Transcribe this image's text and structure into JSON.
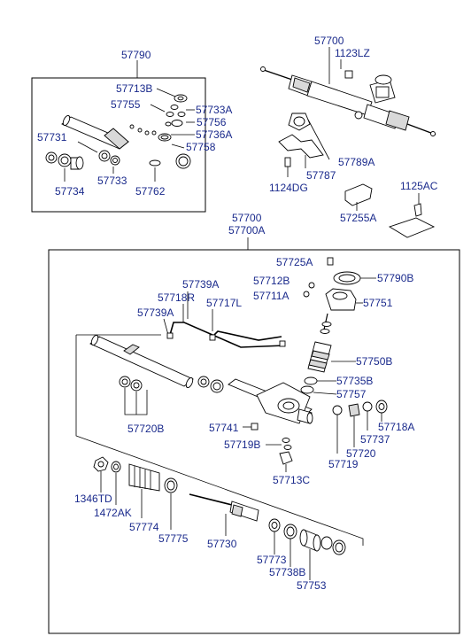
{
  "labels": {
    "l57790": "57790",
    "l57713B": "57713B",
    "l57755": "57755",
    "l57733A": "57733A",
    "l57756": "57756",
    "l57731": "57731",
    "l57736A": "57736A",
    "l57758": "57758",
    "l57734": "57734",
    "l57733": "57733",
    "l57762": "57762",
    "l57700_top": "57700",
    "l1123LZ": "1123LZ",
    "l57789A": "57789A",
    "l57787": "57787",
    "l1124DG": "1124DG",
    "l1125AC": "1125AC",
    "l57255A": "57255A",
    "l57700_mid": "57700",
    "l57700A": "57700A",
    "l57725A": "57725A",
    "l57739A_top": "57739A",
    "l57712B": "57712B",
    "l57790B": "57790B",
    "l57718R": "57718R",
    "l57717L": "57717L",
    "l57711A": "57711A",
    "l57751": "57751",
    "l57739A_left": "57739A",
    "l57750B": "57750B",
    "l57735B": "57735B",
    "l57757": "57757",
    "l57720B": "57720B",
    "l57741": "57741",
    "l57718A": "57718A",
    "l57737": "57737",
    "l57719B": "57719B",
    "l57720": "57720",
    "l57719": "57719",
    "l57713C": "57713C",
    "l1346TD": "1346TD",
    "l1472AK": "1472AK",
    "l57774": "57774",
    "l57775": "57775",
    "l57730": "57730",
    "l57773": "57773",
    "l57738B": "57738B",
    "l57753": "57753"
  }
}
